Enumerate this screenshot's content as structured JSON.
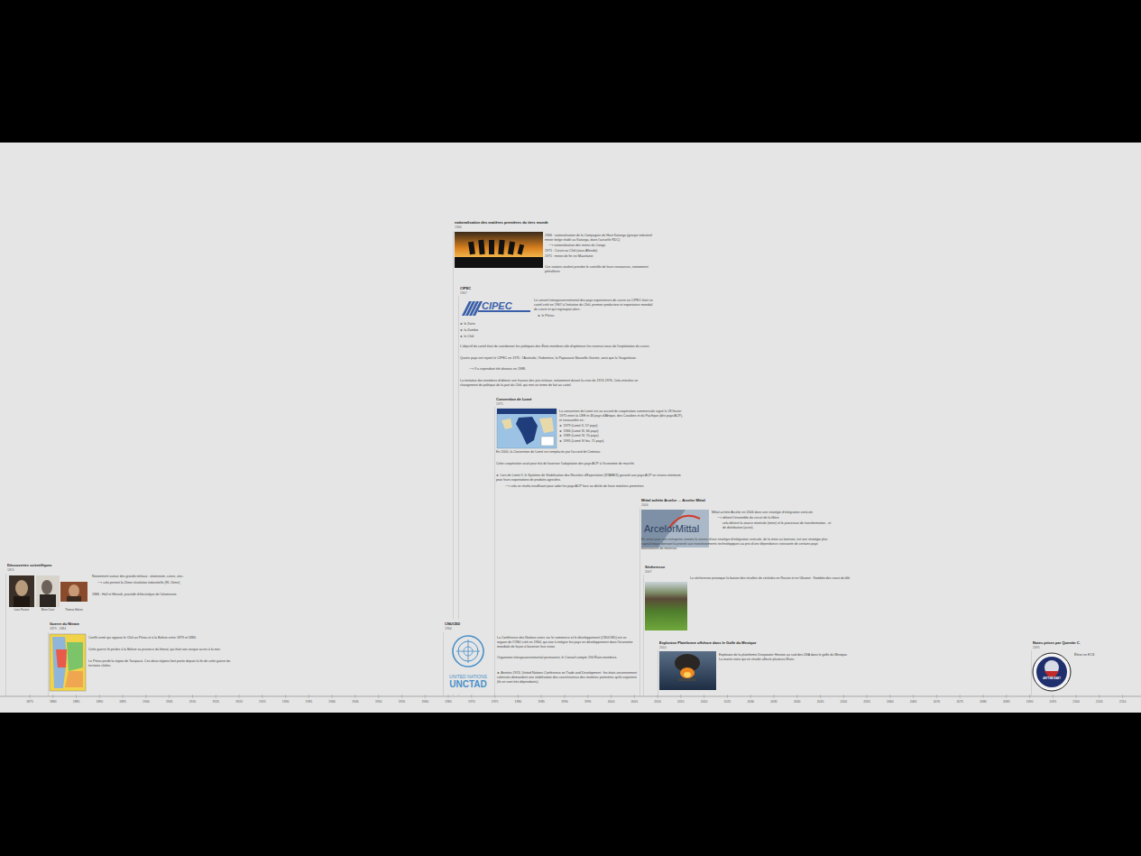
{
  "diagram": {
    "nodes": [
      {
        "text": [
          "Découvertes scientifiques",
          "1870",
          "Notamment autour des grands métaux : aluminium, cuivre, zinc.",
          "⟶ cela permet la 2ème révolution industrielle (RI, 2ème)",
          "1886 : Hall et Héroult, procédé d'électrolyse de l'aluminium"
        ]
      },
      {
        "text": [
          "Guerre du Nitrate",
          "1879 - 1884",
          "Conflit armé qui oppose le Chili au Pérou et à la Bolivie entre 1879 et 1884.",
          "Cette guerre fit perdre à la Bolivie sa province du littoral, qui était son unique accès à la mer.",
          "Le Pérou perdit la région de Tarapacá. Ces deux régions font partie depuis la fin de cette guerre du territoire chilien."
        ]
      },
      {
        "text": [
          "CNUCED",
          "1964",
          "La Conférence des Nations unies sur le commerce et le développement (CNUCED) est un organe de l'ONU créé en 1964, qui vise à intégrer les pays en développement dans l'économie mondiale de façon à favoriser leur essor.",
          "Organisme intergouvernemental permanent, le Conseil compte 194 États membres.",
          "► Années 1974, United Nations Conference on Trade and Development : les états anciennement colonisés demandent une stabilisation des cours/revenus des matières premières qu'ils exportent (ils en sont très dépendants)."
        ]
      },
      {
        "text": [
          "nationalisation des matières premières du tiers monde",
          "1966",
          "1966 : nationalisation de la Compagnie du Haut Katanga (groupe industriel minier belge établi au Katanga, dans l'actuelle RDC)",
          "⟶ nationalisation des mines du Congo",
          "1971 : Cuivre au Chili (sous Allende)",
          "1971 : mines de fer en Mauritanie",
          "Ces nations veulent prendre le contrôle de leurs ressources, notamment pétrolières"
        ]
      },
      {
        "text": [
          "CIPEC",
          "1967",
          "Le conseil intergouvernemental des pays exportateurs de cuivre ou CIPEC était un cartel créé en 1967 à l'initiative du Chili, premier producteur et exportateur mondial de cuivre et qui regroupait alors :",
          "► le Pérou.",
          "► le Zaïre",
          "► la Zambie",
          "► le Chili",
          "L'objectif du cartel était de coordonner les politiques des États membres afin d'optimiser les revenus issus de l'exploitation du cuivre.",
          "Quatre pays ont rejoint le CIPEC en 1975 : l'Australie, l'Indonésie, la Papouasie-Nouvelle-Guinée, ainsi que la Yougoslavie.",
          "⟶ Il a cependant été dissous en 1988.",
          "La tentative des membres d'obtenir une hausse des prix échoue, notamment durant la crise de 1974-1976. Cela entraîne un changement de politique de la part du Chili, qui met un terme de fait au cartel."
        ]
      },
      {
        "text": [
          "Convention de Lomé",
          "1975",
          "La convention de Lomé est un accord de coopération commerciale signé le 28 février 1975 entre la CEE et 46 pays d'Afrique, des Caraïbes et du Pacifique (dits pays ACP), et renouvelée en :",
          "► 1979 (Lomé II, 57 pays)",
          "► 1984 (Lomé III, 66 pays)",
          "► 1989 (Lomé IV, 70 pays)",
          "► 1995 (Lomé IV bis, 71 pays)",
          "En 2000, la Convention de Lomé est remplacée par l'accord de Cotonou.",
          "Cette coopération avait pour but de favoriser l'adaptation des pays ACP à l'économie de marché.",
          "► Lors de Lomé II, le Système de Stabilisation des Recettes d'Exportation (STABEX) garantit aux pays ACP un revenu minimum pour leurs exportations de produits agricoles.",
          "⟶ cela se révéla insuffisant pour aider les pays ACP face au déclin de leurs matières premières"
        ]
      },
      {
        "text": [
          "Mittal achète Arcelor → Arcelor Mittal",
          "2006",
          "Mittal achète Arcelor en 2006 dans une stratégie d'intégration verticale",
          "⟶ détient l'ensemble du circuit de la filière",
          "cela détient la source minérale (mine) et le processus de transformation - et de distribution (acier).",
          "En outre pour une entreprise comme la sienne d'une stratégie d'intégration verticale, de la mine au laminoir, est une stratégie plus capitalistique donnant la priorité aux investissements technologiques au prix d'une dépendance croissante de certains pays fournisseurs de minerais."
        ]
      },
      {
        "text": [
          "Sécheresse",
          "2007",
          "La sécheresse provoque la baisse des récoltes de céréales en Russie et en Ukraine : flambée des cours du blé."
        ]
      },
      {
        "text": [
          "Explosion Plateforme offshore dans le Golfe du Mexique",
          "2010",
          "Explosion de la plateforme Deepwater Horizon au sud des USA dans le golfe du Mexique. La marée noire qui en résulte affecte plusieurs États."
        ]
      },
      {
        "text": [
          "Notes prises par Quentin C.",
          "2095",
          "Élève en ECS"
        ]
      }
    ],
    "labels": [
      "1875",
      "1880",
      "1885",
      "1890",
      "1895",
      "1900",
      "1905",
      "1910",
      "1915",
      "1920",
      "1925",
      "1930",
      "1935",
      "1940",
      "1945",
      "1950",
      "1955",
      "1960",
      "1965",
      "1970",
      "1975",
      "1980",
      "1985",
      "1990",
      "1995",
      "2000",
      "2005",
      "2010",
      "2015",
      "2020",
      "2025",
      "2030",
      "2035",
      "2040",
      "2045",
      "2050",
      "2055",
      "2060",
      "2065",
      "2070",
      "2075",
      "2080",
      "2085",
      "2090",
      "2095",
      "2100",
      "2105",
      "2110",
      "Louis Pasteur",
      "Marie Curie",
      "Thomas Edison",
      "UNITED NATIONS",
      "UNCTAD",
      "CIPEC",
      "ArcelorMittal",
      "ANYTIME BABY"
    ]
  }
}
